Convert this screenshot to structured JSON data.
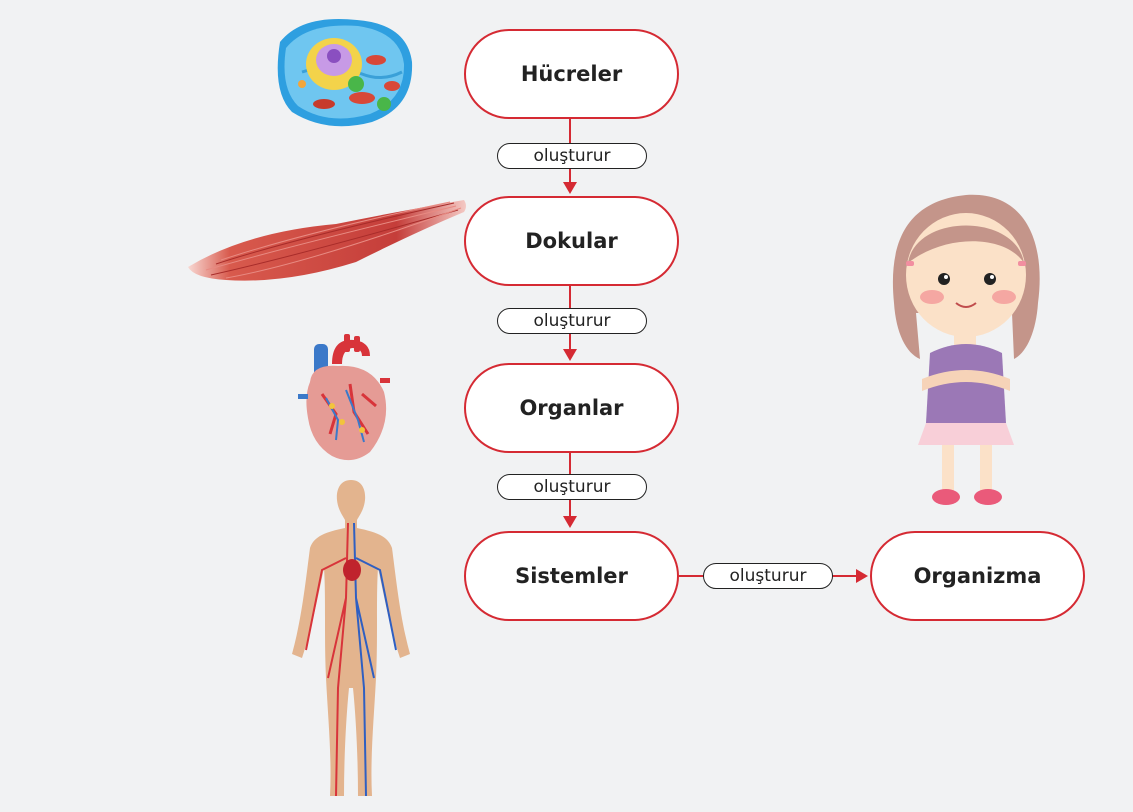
{
  "diagram": {
    "nodes": {
      "cells": "Hücreler",
      "tissues": "Dokular",
      "organs": "Organlar",
      "systems": "Sistemler",
      "organism": "Organizma"
    },
    "edges": [
      {
        "from": "cells",
        "to": "tissues",
        "label": "oluşturur"
      },
      {
        "from": "tissues",
        "to": "organs",
        "label": "oluşturur"
      },
      {
        "from": "organs",
        "to": "systems",
        "label": "oluşturur"
      },
      {
        "from": "systems",
        "to": "organism",
        "label": "oluşturur"
      }
    ]
  },
  "colors": {
    "accent": "#d52a33",
    "background": "#f1f2f3"
  },
  "illustrations": [
    "cell-illustration",
    "muscle-tissue-illustration",
    "heart-organ-illustration",
    "circulatory-system-illustration",
    "girl-organism-illustration"
  ]
}
